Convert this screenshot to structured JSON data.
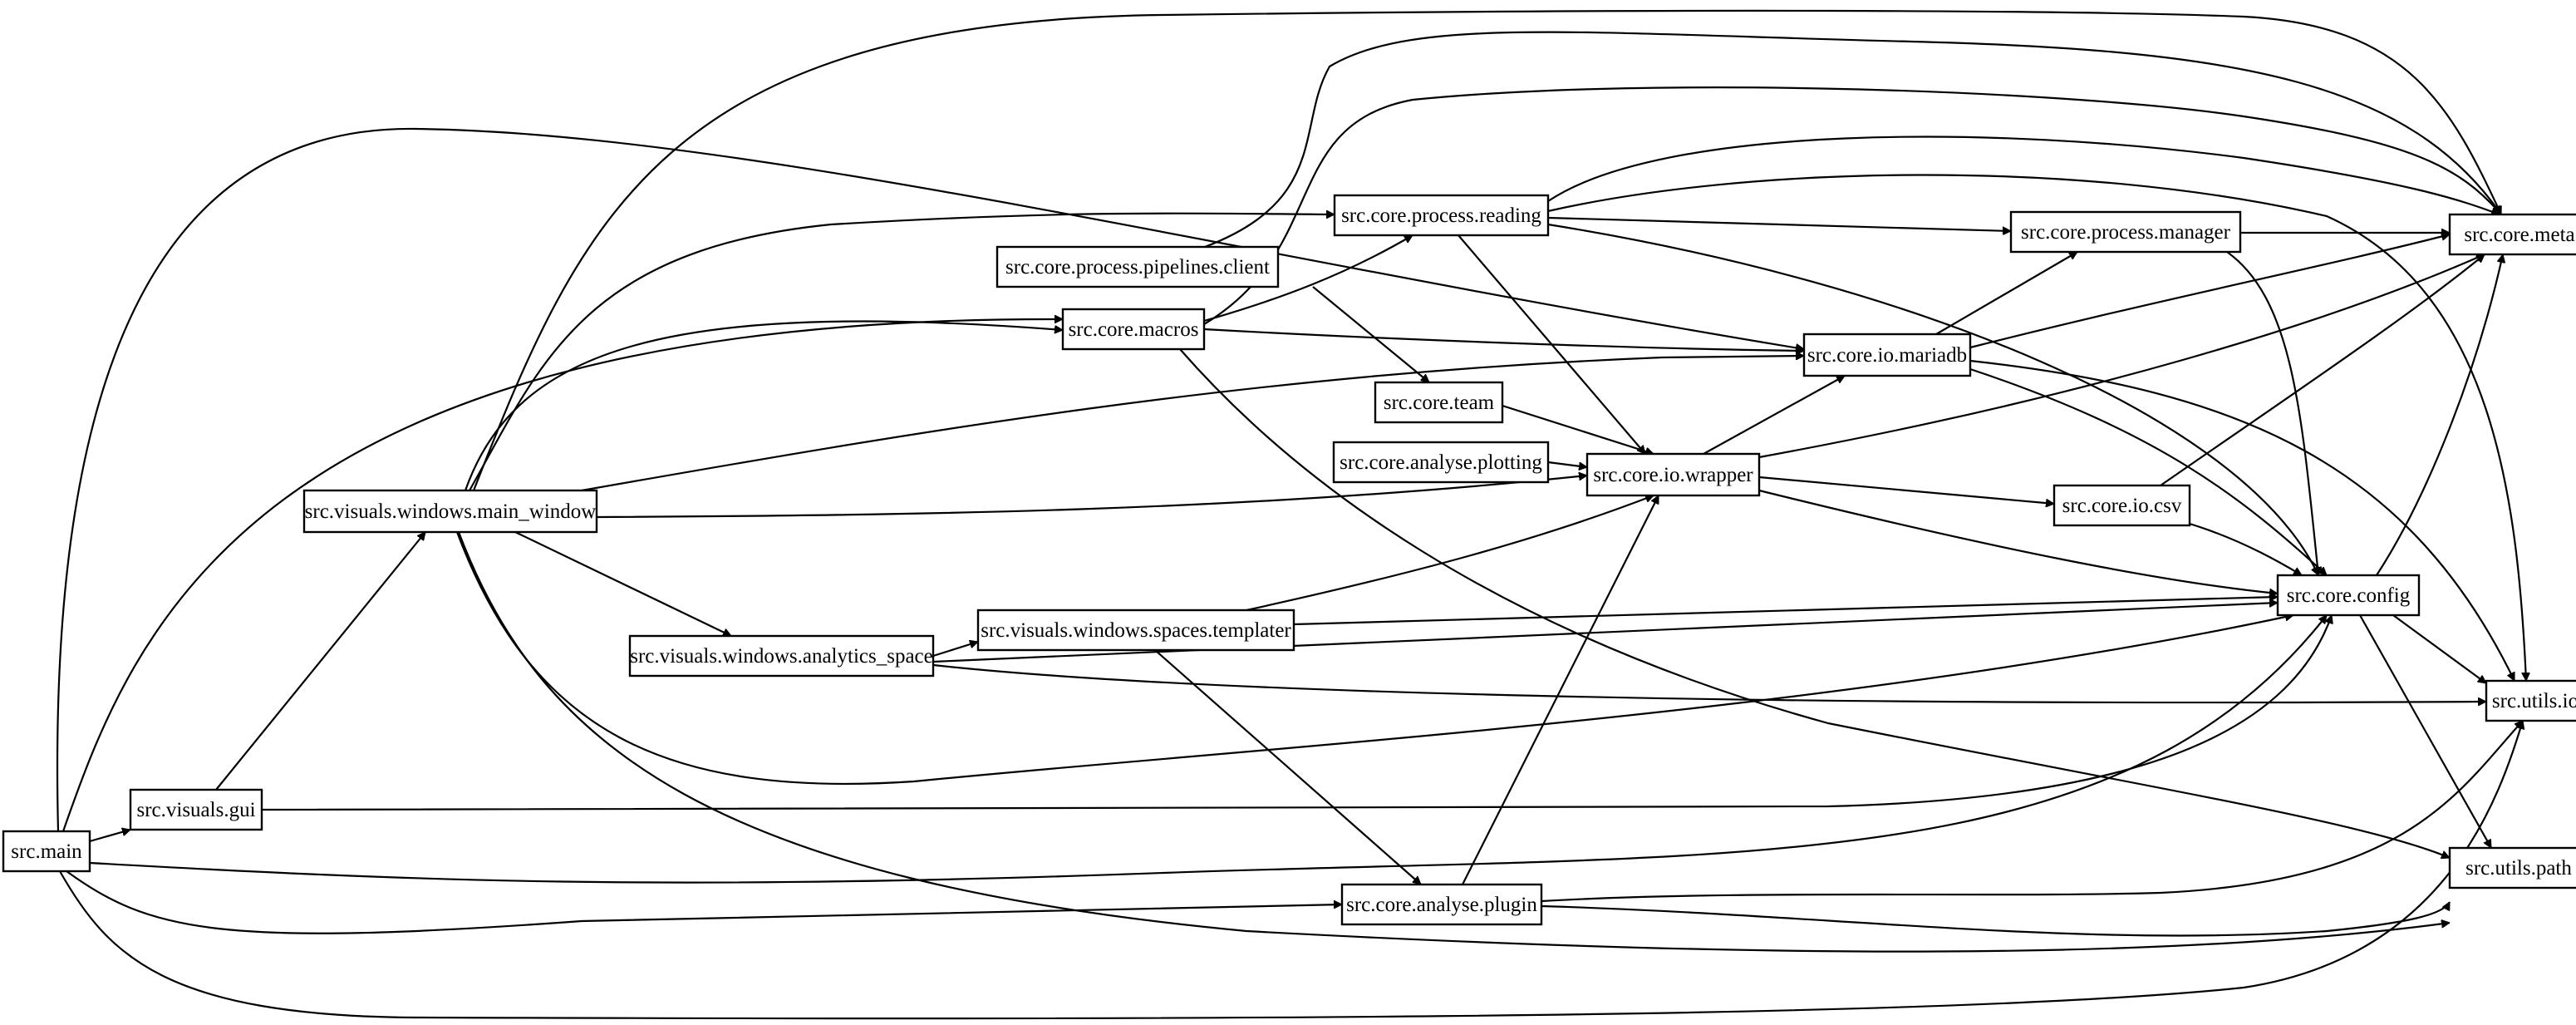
{
  "graph": {
    "nodes": [
      {
        "id": "main",
        "label": "src.main"
      },
      {
        "id": "gui",
        "label": "src.visuals.gui"
      },
      {
        "id": "main_window",
        "label": "src.visuals.windows.main_window"
      },
      {
        "id": "analytics_space",
        "label": "src.visuals.windows.analytics_space"
      },
      {
        "id": "templater",
        "label": "src.visuals.windows.spaces.templater"
      },
      {
        "id": "pipelines_client",
        "label": "src.core.process.pipelines.client"
      },
      {
        "id": "macros",
        "label": "src.core.macros"
      },
      {
        "id": "team",
        "label": "src.core.team"
      },
      {
        "id": "plotting",
        "label": "src.core.analyse.plotting"
      },
      {
        "id": "plugin",
        "label": "src.core.analyse.plugin"
      },
      {
        "id": "reading",
        "label": "src.core.process.reading"
      },
      {
        "id": "wrapper",
        "label": "src.core.io.wrapper"
      },
      {
        "id": "mariadb",
        "label": "src.core.io.mariadb"
      },
      {
        "id": "manager",
        "label": "src.core.process.manager"
      },
      {
        "id": "csv",
        "label": "src.core.io.csv"
      },
      {
        "id": "config",
        "label": "src.core.config"
      },
      {
        "id": "meta",
        "label": "src.core.meta"
      },
      {
        "id": "io",
        "label": "src.utils.io"
      },
      {
        "id": "path",
        "label": "src.utils.path"
      }
    ],
    "edges": [
      {
        "from": "main",
        "to": "gui"
      },
      {
        "from": "main",
        "to": "macros"
      },
      {
        "from": "main",
        "to": "mariadb"
      },
      {
        "from": "main",
        "to": "config"
      },
      {
        "from": "main",
        "to": "plugin"
      },
      {
        "from": "main",
        "to": "io"
      },
      {
        "from": "gui",
        "to": "main_window"
      },
      {
        "from": "gui",
        "to": "config"
      },
      {
        "from": "main_window",
        "to": "meta"
      },
      {
        "from": "main_window",
        "to": "reading"
      },
      {
        "from": "main_window",
        "to": "macros"
      },
      {
        "from": "main_window",
        "to": "mariadb"
      },
      {
        "from": "main_window",
        "to": "wrapper"
      },
      {
        "from": "main_window",
        "to": "analytics_space"
      },
      {
        "from": "main_window",
        "to": "config"
      },
      {
        "from": "main_window",
        "to": "path"
      },
      {
        "from": "analytics_space",
        "to": "templater"
      },
      {
        "from": "analytics_space",
        "to": "config"
      },
      {
        "from": "analytics_space",
        "to": "io"
      },
      {
        "from": "templater",
        "to": "wrapper"
      },
      {
        "from": "templater",
        "to": "config"
      },
      {
        "from": "templater",
        "to": "plugin"
      },
      {
        "from": "pipelines_client",
        "to": "meta"
      },
      {
        "from": "pipelines_client",
        "to": "team"
      },
      {
        "from": "macros",
        "to": "reading"
      },
      {
        "from": "macros",
        "to": "meta"
      },
      {
        "from": "macros",
        "to": "mariadb"
      },
      {
        "from": "macros",
        "to": "path"
      },
      {
        "from": "team",
        "to": "wrapper"
      },
      {
        "from": "plotting",
        "to": "wrapper"
      },
      {
        "from": "plugin",
        "to": "wrapper"
      },
      {
        "from": "plugin",
        "to": "io"
      },
      {
        "from": "plugin",
        "to": "path"
      },
      {
        "from": "reading",
        "to": "meta"
      },
      {
        "from": "reading",
        "to": "io"
      },
      {
        "from": "reading",
        "to": "manager"
      },
      {
        "from": "reading",
        "to": "config"
      },
      {
        "from": "reading",
        "to": "wrapper"
      },
      {
        "from": "wrapper",
        "to": "mariadb"
      },
      {
        "from": "wrapper",
        "to": "meta"
      },
      {
        "from": "wrapper",
        "to": "csv"
      },
      {
        "from": "wrapper",
        "to": "config"
      },
      {
        "from": "mariadb",
        "to": "manager"
      },
      {
        "from": "mariadb",
        "to": "meta"
      },
      {
        "from": "mariadb",
        "to": "config"
      },
      {
        "from": "mariadb",
        "to": "io"
      },
      {
        "from": "manager",
        "to": "meta"
      },
      {
        "from": "manager",
        "to": "config"
      },
      {
        "from": "csv",
        "to": "meta"
      },
      {
        "from": "csv",
        "to": "config"
      },
      {
        "from": "config",
        "to": "meta"
      },
      {
        "from": "config",
        "to": "io"
      },
      {
        "from": "config",
        "to": "path"
      }
    ]
  }
}
